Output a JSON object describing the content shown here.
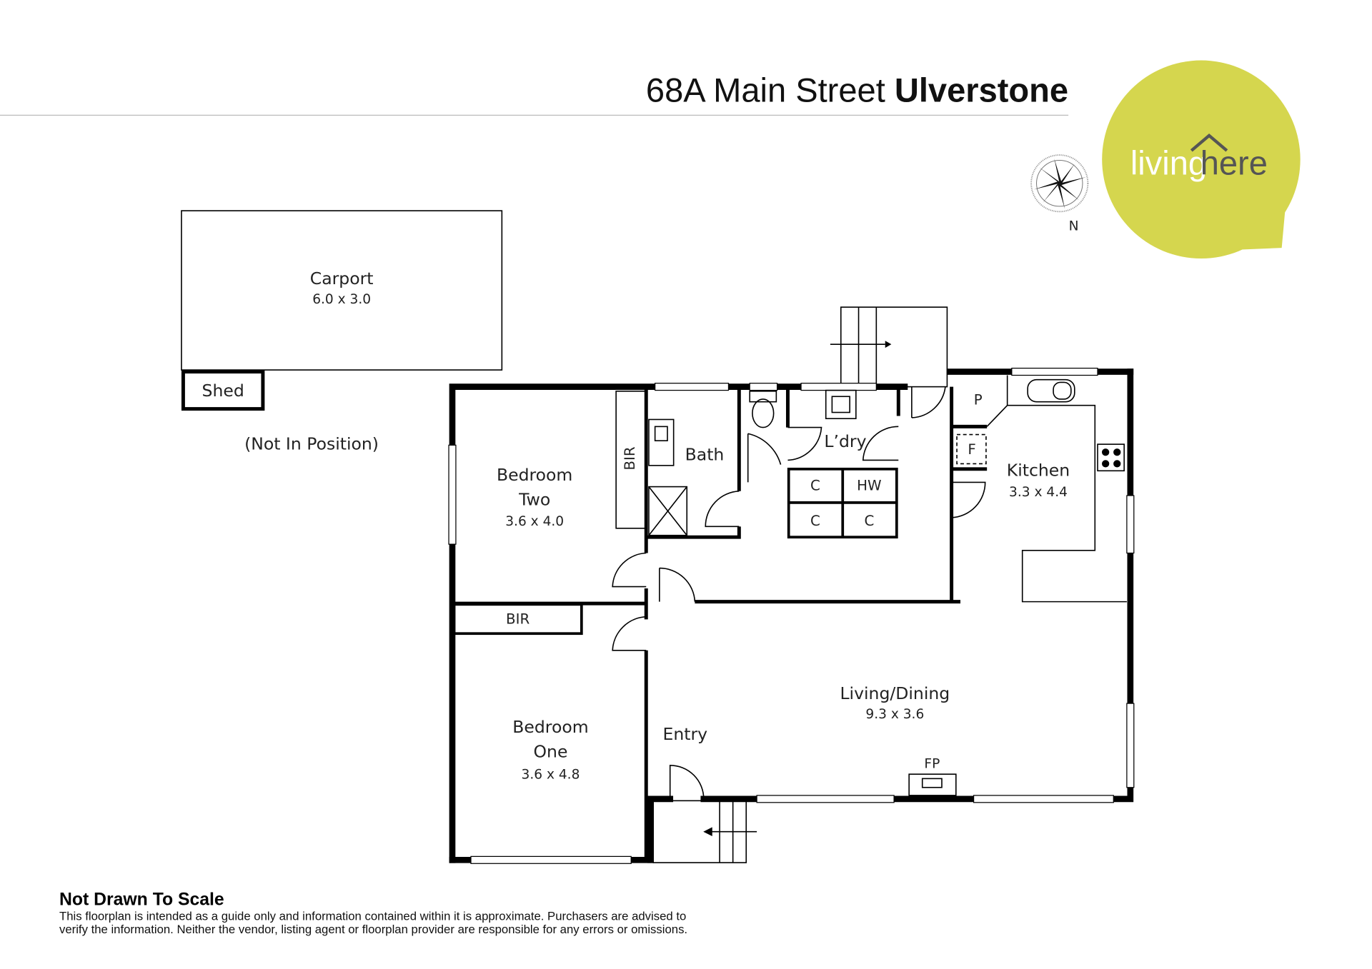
{
  "header": {
    "address": "68A Main Street ",
    "suburb": "Ulverstone"
  },
  "logo": {
    "word1": "living",
    "word2": "here",
    "color": "#d5d64e",
    "text_dark": "#555555"
  },
  "compass": {
    "label": "N"
  },
  "outbuildings": {
    "carport": {
      "name": "Carport",
      "dims": "6.0 x 3.0"
    },
    "shed": {
      "name": "Shed"
    },
    "note": "(Not In Position)"
  },
  "rooms": {
    "bedroom_two": {
      "line1": "Bedroom",
      "line2": "Two",
      "dims": "3.6 x 4.0"
    },
    "bir_two": "BIR",
    "bath": "Bath",
    "laundry": "L’dry",
    "pantry": "P",
    "fridge": "F",
    "kitchen": {
      "name": "Kitchen",
      "dims": "3.3 x 4.4"
    },
    "cupboards": [
      "C",
      "HW",
      "C",
      "C"
    ],
    "bir_one": "BIR",
    "bedroom_one": {
      "line1": "Bedroom",
      "line2": "One",
      "dims": "3.6 x 4.8"
    },
    "entry": "Entry",
    "living": {
      "name": "Living/Dining",
      "dims": "9.3 x 3.6"
    },
    "fireplace": "FP"
  },
  "footer": {
    "heading": "Not Drawn To Scale",
    "line1": "This floorplan is intended as a guide only and information contained within it is approximate. Purchasers are advised to",
    "line2": "verify the information. Neither the vendor, listing agent or floorplan provider are responsible for any errors or omissions."
  }
}
